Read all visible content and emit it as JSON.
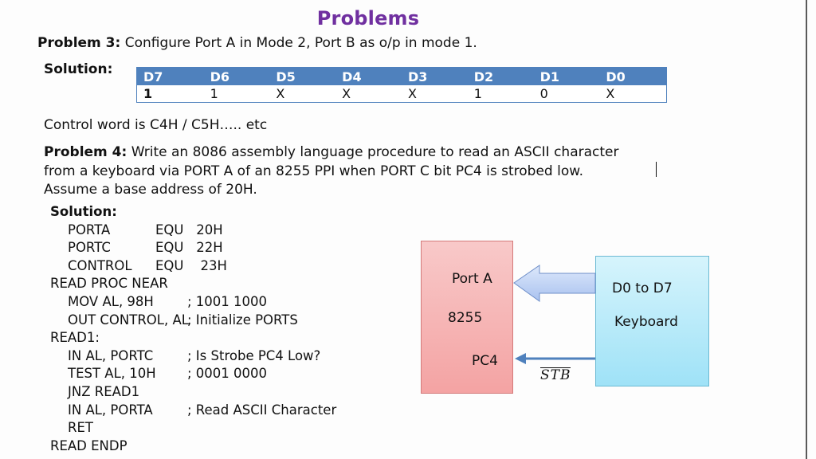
{
  "title": "Problems",
  "problem3": {
    "label": "Problem 3:",
    "text": " Configure Port A in Mode 2, Port B as o/p in mode 1.",
    "solution_label": "Solution:",
    "table": {
      "headers": [
        "D7",
        "D6",
        "D5",
        "D4",
        "D3",
        "D2",
        "D1",
        "D0"
      ],
      "values": [
        "1",
        "1",
        "X",
        "X",
        "X",
        "1",
        "0",
        "X"
      ]
    },
    "control_word": "Control word is C4H / C5H….. etc"
  },
  "problem4": {
    "label": "Problem 4:",
    "line1": " Write an 8086 assembly language procedure to read an ASCII character",
    "line2": "from a keyboard via PORT A of an 8255 PPI when PORT C bit PC4 is strobed low.",
    "line3": "Assume a base address of 20H.",
    "solution_label": "Solution:",
    "code": [
      {
        "indent": true,
        "a": "PORTA",
        "b": "EQU   20H"
      },
      {
        "indent": true,
        "a": "PORTC",
        "b": "EQU   22H"
      },
      {
        "indent": true,
        "a": "CONTROL",
        "b": "EQU    23H"
      },
      {
        "indent": false,
        "a": "READ PROC NEAR",
        "b": ""
      },
      {
        "indent": true,
        "a": "MOV AL, 98H",
        "b": "; 1001 1000"
      },
      {
        "indent": true,
        "a": "OUT CONTROL, AL",
        "b": "; Initialize PORTS"
      },
      {
        "indent": false,
        "a": "READ1:",
        "b": ""
      },
      {
        "indent": true,
        "a": "IN AL, PORTC",
        "b": "; Is Strobe PC4 Low?"
      },
      {
        "indent": true,
        "a": "TEST AL, 10H",
        "b": "; 0001 0000"
      },
      {
        "indent": true,
        "a": "JNZ READ1",
        "b": ""
      },
      {
        "indent": true,
        "a": "IN AL, PORTA",
        "b": "; Read ASCII Character"
      },
      {
        "indent": true,
        "a": "RET",
        "b": ""
      },
      {
        "indent": false,
        "a": "READ ENDP",
        "b": ""
      }
    ]
  },
  "diagram": {
    "chip": {
      "port_a": "Port A",
      "name": "8255",
      "pc4": "PC4"
    },
    "keyboard": {
      "bus": "D0 to D7",
      "name": "Keyboard"
    },
    "strobe_label": "STB",
    "colors": {
      "chip": "#f4a3a3",
      "keyboard": "#9fe2f7",
      "arrow": "#4f81bd",
      "title": "#7030a0",
      "table_header": "#4f81bd"
    }
  }
}
